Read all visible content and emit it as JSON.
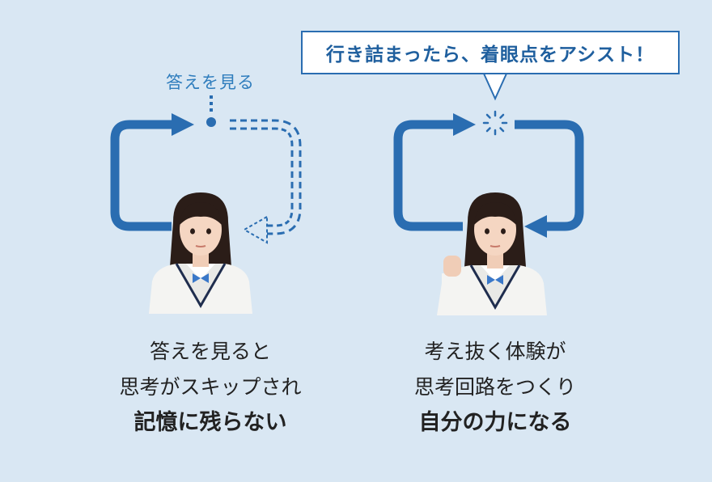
{
  "left_panel": {
    "top_label": "答えを見る",
    "caption_lines": [
      "答えを見ると",
      "思考がスキップされ"
    ],
    "caption_bold": "記憶に残らない"
  },
  "right_panel": {
    "callout_text": "行き詰まったら、着眼点をアシスト！",
    "caption_lines": [
      "考え抜く体験が",
      "思考回路をつくり"
    ],
    "caption_bold": "自分の力になる"
  },
  "colors": {
    "background": "#d9e7f3",
    "arrow_blue": "#2a6db1",
    "label_blue": "#2f7dbd",
    "text": "#222222"
  },
  "icons": [
    "arrow-loop-left",
    "dashed-arrow",
    "dot-marker",
    "sparkle-circle",
    "arrow-loop-right",
    "student-thinking",
    "student-fist"
  ]
}
